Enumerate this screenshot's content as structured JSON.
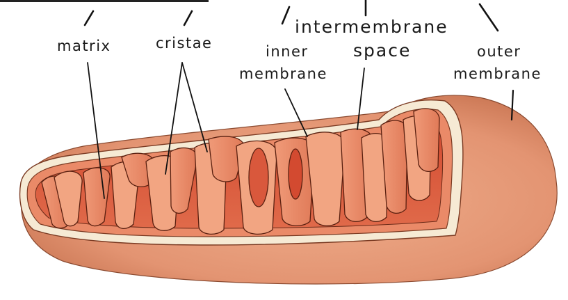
{
  "labels": {
    "matrix": "matrix",
    "cristae": "cristae",
    "inner_membrane_line1": "inner",
    "inner_membrane_line2": "membrane",
    "intermembrane_line1": "intermembrane",
    "intermembrane_line2": "space",
    "outer_membrane_line1": "outer",
    "outer_membrane_line2": "membrane"
  },
  "colors": {
    "outer_membrane": "#e49a76",
    "outer_membrane_dark": "#c8704e",
    "intermembrane": "#f6ead4",
    "matrix": "#d9583c",
    "cristae_fold": "#ec8a66",
    "leader_line": "#111111"
  }
}
